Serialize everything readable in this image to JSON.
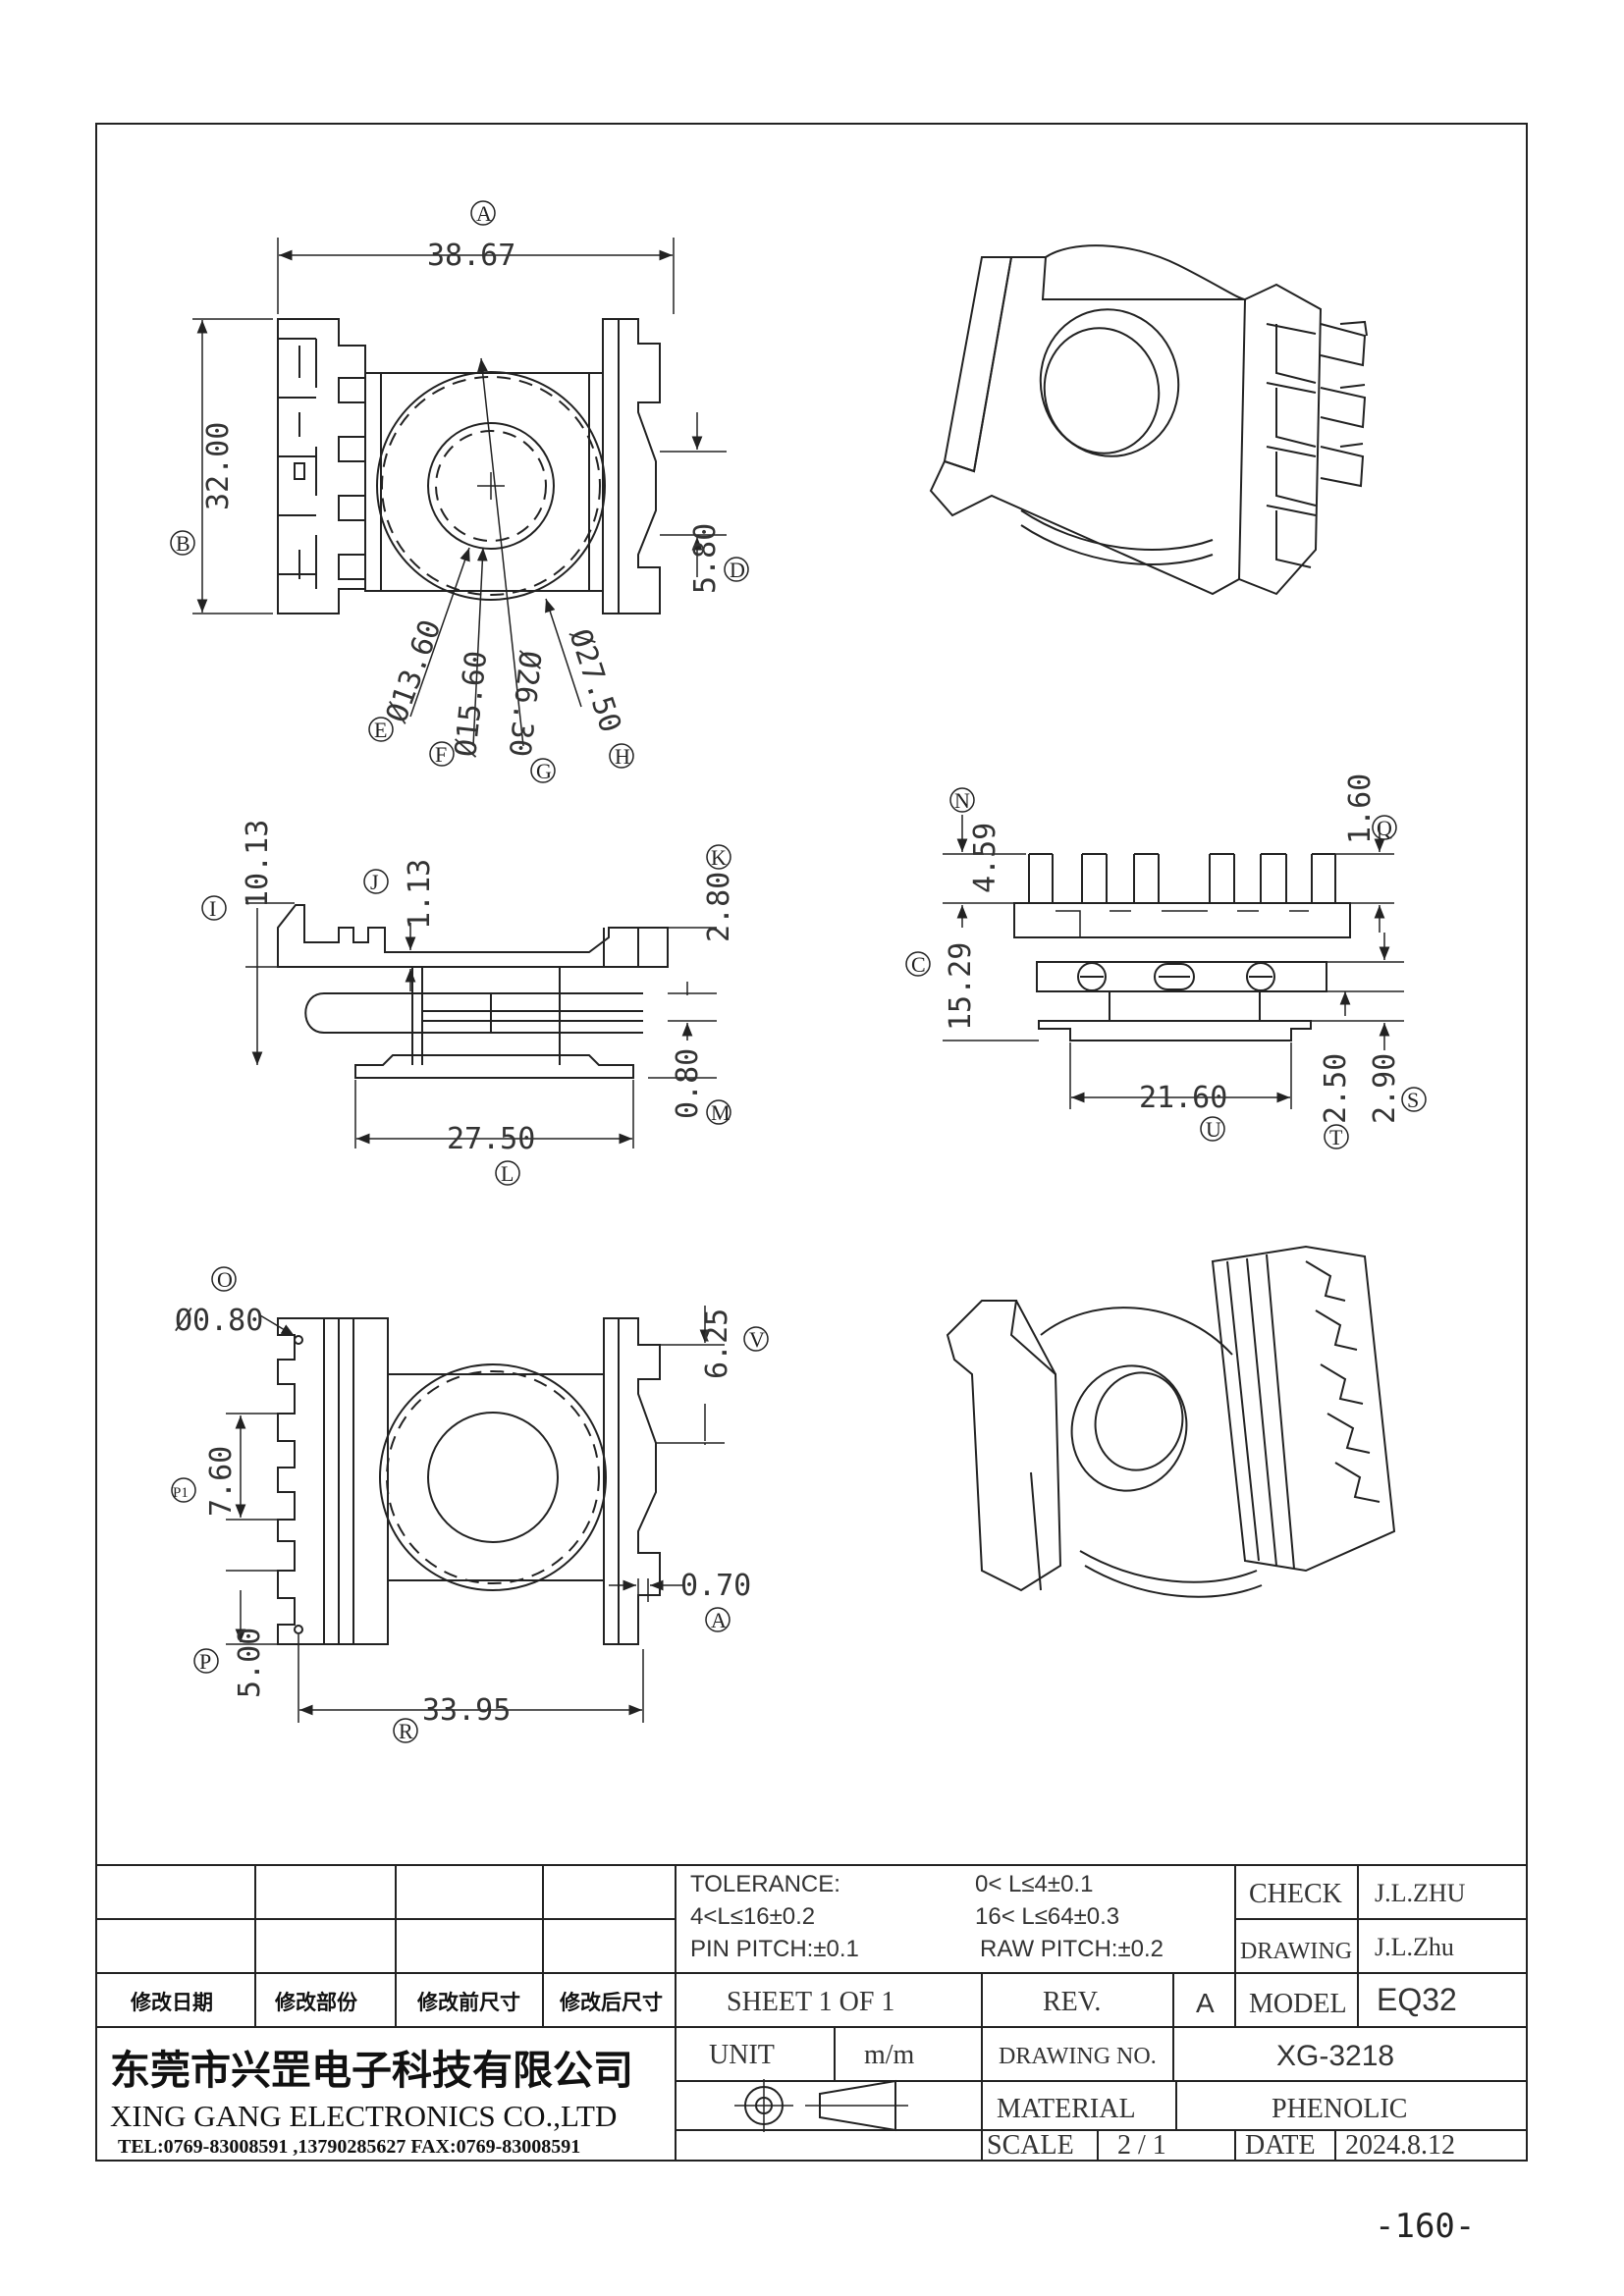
{
  "views": {
    "top": {
      "dims": [
        "38.67",
        "32.00",
        "5.80",
        "Ø13.60",
        "Ø15.60",
        "Ø26.30",
        "Ø27.50"
      ],
      "labels": [
        "A",
        "B",
        "D",
        "E",
        "F",
        "G",
        "H"
      ]
    },
    "side": {
      "dims": [
        "10.13",
        "1.13",
        "2.80",
        "0.80",
        "27.50"
      ],
      "labels": [
        "I",
        "J",
        "K",
        "M",
        "L"
      ]
    },
    "front": {
      "dims": [
        "4.59",
        "1.60",
        "15.29",
        "21.60",
        "2.50",
        "2.90"
      ],
      "labels": [
        "N",
        "Q",
        "C",
        "U",
        "T",
        "S"
      ]
    },
    "bottom": {
      "dims": [
        "Ø0.80",
        "6.25",
        "7.60",
        "0.70",
        "5.00",
        "33.95"
      ],
      "labels": [
        "O",
        "V",
        "P1",
        "A",
        "P",
        "R"
      ]
    }
  },
  "title_block": {
    "revision_headers": [
      "修改日期",
      "修改部份",
      "修改前尺寸",
      "修改后尺寸"
    ],
    "tolerance": {
      "line1_left": "TOLERANCE:",
      "line1_right": "0< L≤4±0.1",
      "line2_left": "4<L≤16±0.2",
      "line2_right": "16< L≤64±0.3",
      "line3_left": "PIN PITCH:±0.1",
      "line3_right": "RAW PITCH:±0.2"
    },
    "check_label": "CHECK",
    "check_value": "J.L.ZHU",
    "drawing_label": "DRAWING",
    "drawing_value": "J.L.Zhu",
    "sheet": "SHEET 1 OF 1",
    "rev_label": "REV.",
    "rev_value": "A",
    "model_label": "MODEL",
    "model_value": "EQ32",
    "unit_label": "UNIT",
    "unit_value": "m/m",
    "drawing_no_label": "DRAWING NO.",
    "drawing_no_value": "XG-3218",
    "material_label": "MATERIAL",
    "material_value": "PHENOLIC",
    "scale_label": "SCALE",
    "scale_value": "2 / 1",
    "date_label": "DATE",
    "date_value": "2024.8.12",
    "company_cn": "东莞市兴罡电子科技有限公司",
    "company_en": "XING GANG ELECTRONICS CO.,LTD",
    "contact": "TEL:0769-83008591 ,13790285627 FAX:0769-83008591"
  },
  "page_number": "-160-"
}
